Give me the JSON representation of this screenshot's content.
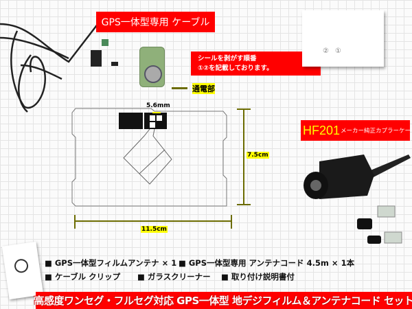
{
  "cable_banner": "GPS一体型専用 ケーブル",
  "sticker_note": {
    "line1": "シールを剥がす順番",
    "line2": "①②を記載しております。"
  },
  "sticker_labels": [
    "②",
    "①"
  ],
  "power_label": "通電部",
  "film": {
    "width_label": "11.5cm",
    "height_label": "7.5cm",
    "gap_label": "5.6mm"
  },
  "hf201_banner": {
    "model": "HF201",
    "text": "メーカー純正カプラーケーブル"
  },
  "items": [
    "■ GPS一体型フィルムアンテナ × 1",
    "■ GPS一体型専用 アンテナコード 4.5m × 1本",
    "■ ケーブル クリップ",
    "■ ガラスクリーナー",
    "■ 取り付け説明書付"
  ],
  "bottom_banner": "高感度ワンセグ・フルセグ対応 GPS一体型 地デジフィルム＆アンテナコード セット",
  "colors": {
    "banner_red": "#ff0000",
    "dimension_olive": "#6b6b00",
    "highlight_yellow": "#ffff00",
    "connector_green": "#8fb07a"
  }
}
